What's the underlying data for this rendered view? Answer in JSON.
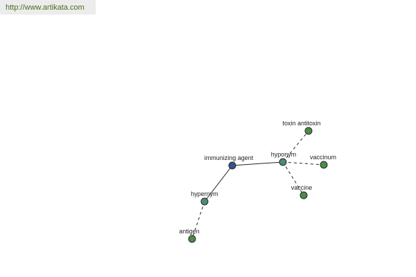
{
  "header": {
    "url": "http://www.artikata.com"
  },
  "colors": {
    "center_node": "#3a4f8e",
    "relation_node": "#4f8876",
    "leaf_node": "#4f8a4a",
    "node_stroke": "#1e2a22",
    "edge": "#222222",
    "url_text": "#4c6b1e"
  },
  "graph": {
    "nodes": {
      "center": {
        "label": "immunizing agent"
      },
      "hyponym": {
        "label": "hyponym"
      },
      "hypernym": {
        "label": "hypernym"
      },
      "toxin_antitoxin": {
        "label": "toxin antitoxin"
      },
      "vaccinum": {
        "label": "vaccinum"
      },
      "vaccine": {
        "label": "vaccine"
      },
      "antigen": {
        "label": "antigen"
      }
    }
  }
}
